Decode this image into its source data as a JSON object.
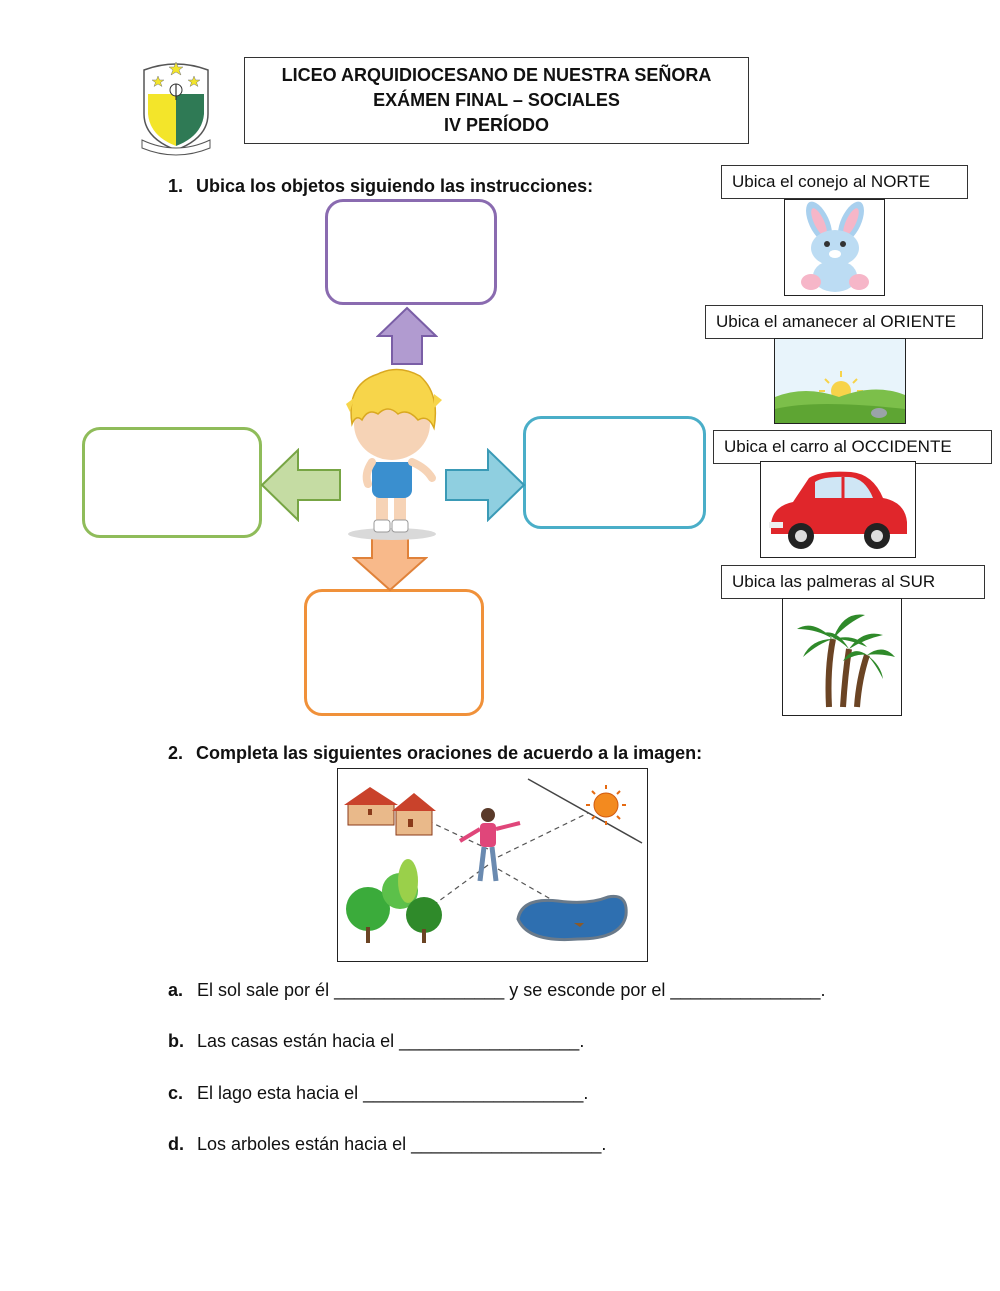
{
  "header": {
    "line1": "LICEO ARQUIDIOCESANO DE NUESTRA SEÑORA",
    "line2": "EXÁMEN FINAL – SOCIALES",
    "line3": "IV PERÍODO"
  },
  "colors": {
    "north_box": "#8a6bb0",
    "west_box": "#8fbc5a",
    "east_box": "#4aaec8",
    "south_box": "#f0913a"
  },
  "question1": {
    "number": "1.",
    "title": "Ubica los objetos siguiendo las instrucciones:"
  },
  "instructions": [
    {
      "label": "Ubica el conejo al NORTE",
      "icon": "rabbit-icon"
    },
    {
      "label": "Ubica el amanecer al ORIENTE",
      "icon": "sunrise-icon"
    },
    {
      "label": "Ubica el carro al OCCIDENTE",
      "icon": "car-icon"
    },
    {
      "label": "Ubica las palmeras al SUR",
      "icon": "palm-trees-icon"
    }
  ],
  "question2": {
    "number": "2.",
    "title": "Completa las siguientes oraciones de acuerdo a la imagen:"
  },
  "sentences": [
    {
      "letter": "a.",
      "text": "El sol sale por él _________________ y se esconde por el _______________."
    },
    {
      "letter": "b.",
      "text": "Las casas están hacia el __________________."
    },
    {
      "letter": "c.",
      "text": "El lago esta hacia el ______________________."
    },
    {
      "letter": "d.",
      "text": "Los arboles están hacia el ___________________."
    }
  ]
}
